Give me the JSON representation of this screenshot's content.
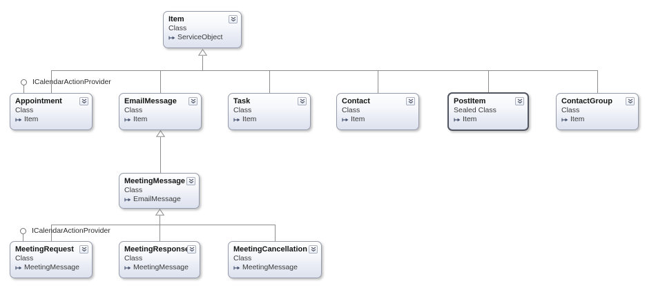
{
  "diagram_type": "class-diagram",
  "colors": {
    "background": "#ffffff",
    "connector_line": "#8c8c8c",
    "node_border": "#949aa8",
    "selected_node_border": "#4f545e",
    "node_fill_top": "#fefefe",
    "node_fill_bottom": "#dde2ef",
    "title_text": "#141414",
    "body_text": "#3a3a3a",
    "inherits_arrow": "#45526e"
  },
  "icons": {
    "collapse": "chevron-double-down-icon",
    "inherits": "arrow-right-from-bar-icon",
    "interface": "lollipop-circle-icon"
  },
  "nodes": [
    {
      "title": "Item",
      "kind": "Class",
      "base": "ServiceObject"
    },
    {
      "title": "Appointment",
      "kind": "Class",
      "base": "Item"
    },
    {
      "title": "EmailMessage",
      "kind": "Class",
      "base": "Item"
    },
    {
      "title": "Task",
      "kind": "Class",
      "base": "Item"
    },
    {
      "title": "Contact",
      "kind": "Class",
      "base": "Item"
    },
    {
      "title": "PostItem",
      "kind": "Sealed Class",
      "base": "Item",
      "selected": true
    },
    {
      "title": "ContactGroup",
      "kind": "Class",
      "base": "Item"
    },
    {
      "title": "MeetingMessage",
      "kind": "Class",
      "base": "EmailMessage"
    },
    {
      "title": "MeetingRequest",
      "kind": "Class",
      "base": "MeetingMessage"
    },
    {
      "title": "MeetingResponse",
      "kind": "Class",
      "base": "MeetingMessage"
    },
    {
      "title": "MeetingCancellation",
      "kind": "Class",
      "base": "MeetingMessage"
    }
  ],
  "interfaces": [
    {
      "label": "ICalendarActionProvider",
      "attached_to": "Appointment"
    },
    {
      "label": "ICalendarActionProvider",
      "attached_to": "MeetingRequest"
    }
  ]
}
